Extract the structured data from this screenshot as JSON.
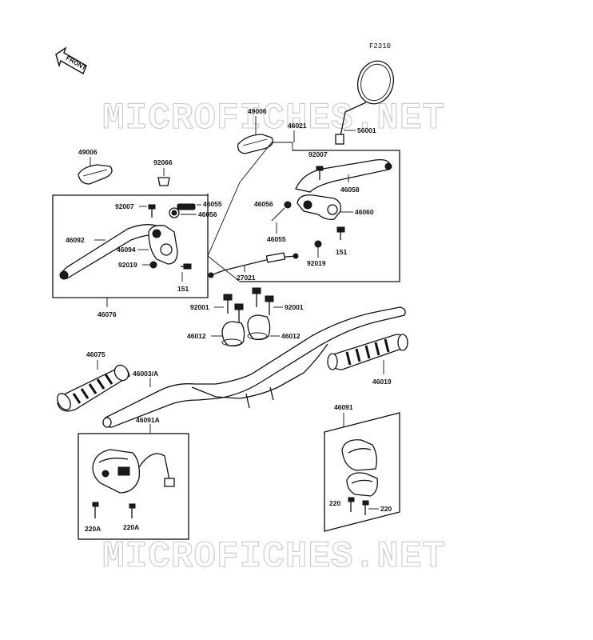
{
  "diagram_code": "F2310",
  "front_label": "FRONT",
  "watermark": "MICROFICHES.NET",
  "parts": {
    "p49006a": "49006",
    "p49006b": "49006",
    "p46021": "46021",
    "p56001": "56001",
    "p92007a": "92007",
    "p92007b": "92007",
    "p46058": "46058",
    "p92066": "92066",
    "p46055a": "46055",
    "p46056a": "46056",
    "p46056b": "46056",
    "p46060": "46060",
    "p46092": "46092",
    "p46055b": "46055",
    "p46094": "46094",
    "p151a": "151",
    "p92019a": "92019",
    "p92019b": "92019",
    "p27021": "27021",
    "p151b": "151",
    "p46076": "46076",
    "p92001a": "92001",
    "p92001b": "92001",
    "p46012a": "46012",
    "p46012b": "46012",
    "p46075": "46075",
    "p46019": "46019",
    "p46003": "46003/A",
    "p46091": "46091",
    "p46091A": "46091A",
    "p220a": "220",
    "p220b": "220",
    "p220Aa": "220A",
    "p220Ab": "220A"
  }
}
